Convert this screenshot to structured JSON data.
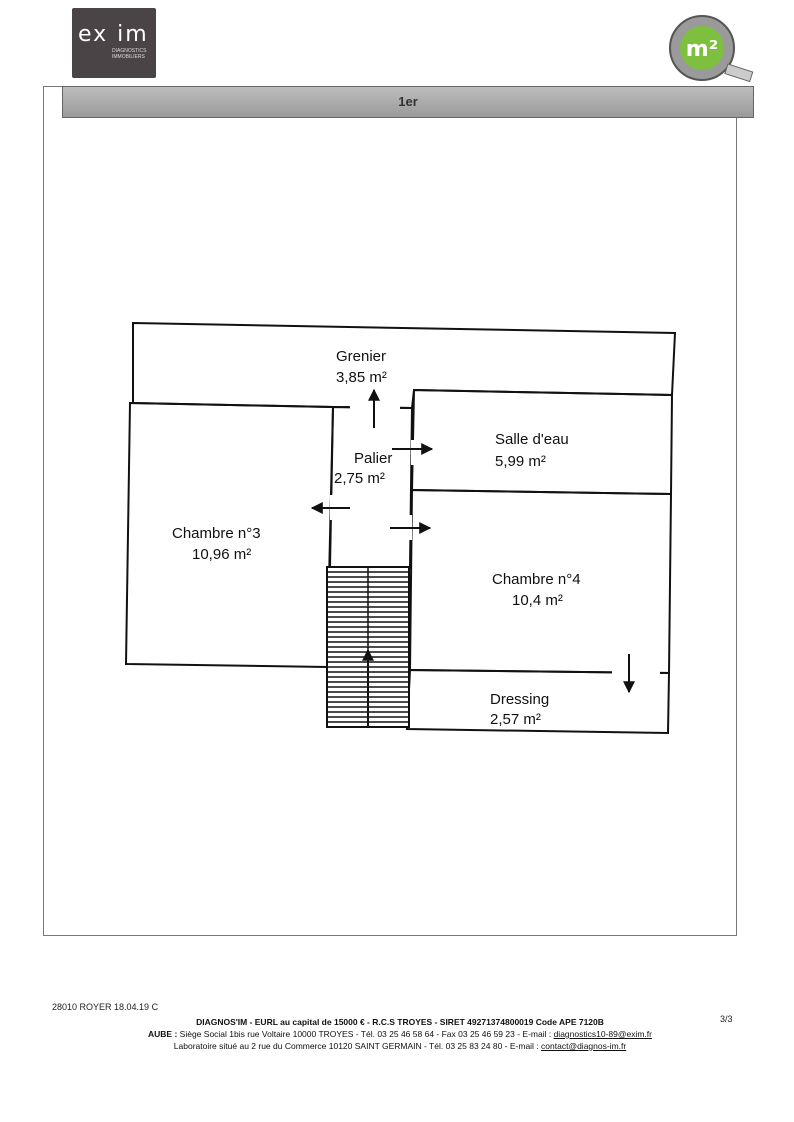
{
  "header": {
    "logo_text": "ex im",
    "logo_subtitle": "DIAGNOSTICS IMMOBILIERS",
    "badge_text": "m²"
  },
  "level_title": "1er",
  "rooms": [
    {
      "name": "Grenier",
      "area": "3,85  m²"
    },
    {
      "name": "Palier",
      "area": "2,75  m²"
    },
    {
      "name": "Salle d'eau",
      "area": "5,99  m²"
    },
    {
      "name": "Chambre n°3",
      "area": "10,96  m²"
    },
    {
      "name": "Chambre n°4",
      "area": "10,4  m²"
    },
    {
      "name": "Dressing",
      "area": "2,57  m²"
    }
  ],
  "footer": {
    "reference": "28010  ROYER 18.04.19 C",
    "page": "3/3",
    "company_line": "DIAGNOS'IM - EURL au capital de 15000 € - R.C.S TROYES - SIRET 49271374800019  Code APE 7120B",
    "office_prefix": "AUBE :",
    "office_line": "Siège Social 1bis rue Voltaire 10000 TROYES - Tél. 03 25 46 58 64 - Fax 03 25 46 59 23 - E-mail : ",
    "office_email": "diagnostics10-89@exim.fr",
    "lab_line": "Laboratoire situé au 2 rue du Commerce 10120 SAINT GERMAIN - Tél. 03 25 83 24 80 - E-mail : ",
    "lab_email": "contact@diagnos-im.fr"
  }
}
